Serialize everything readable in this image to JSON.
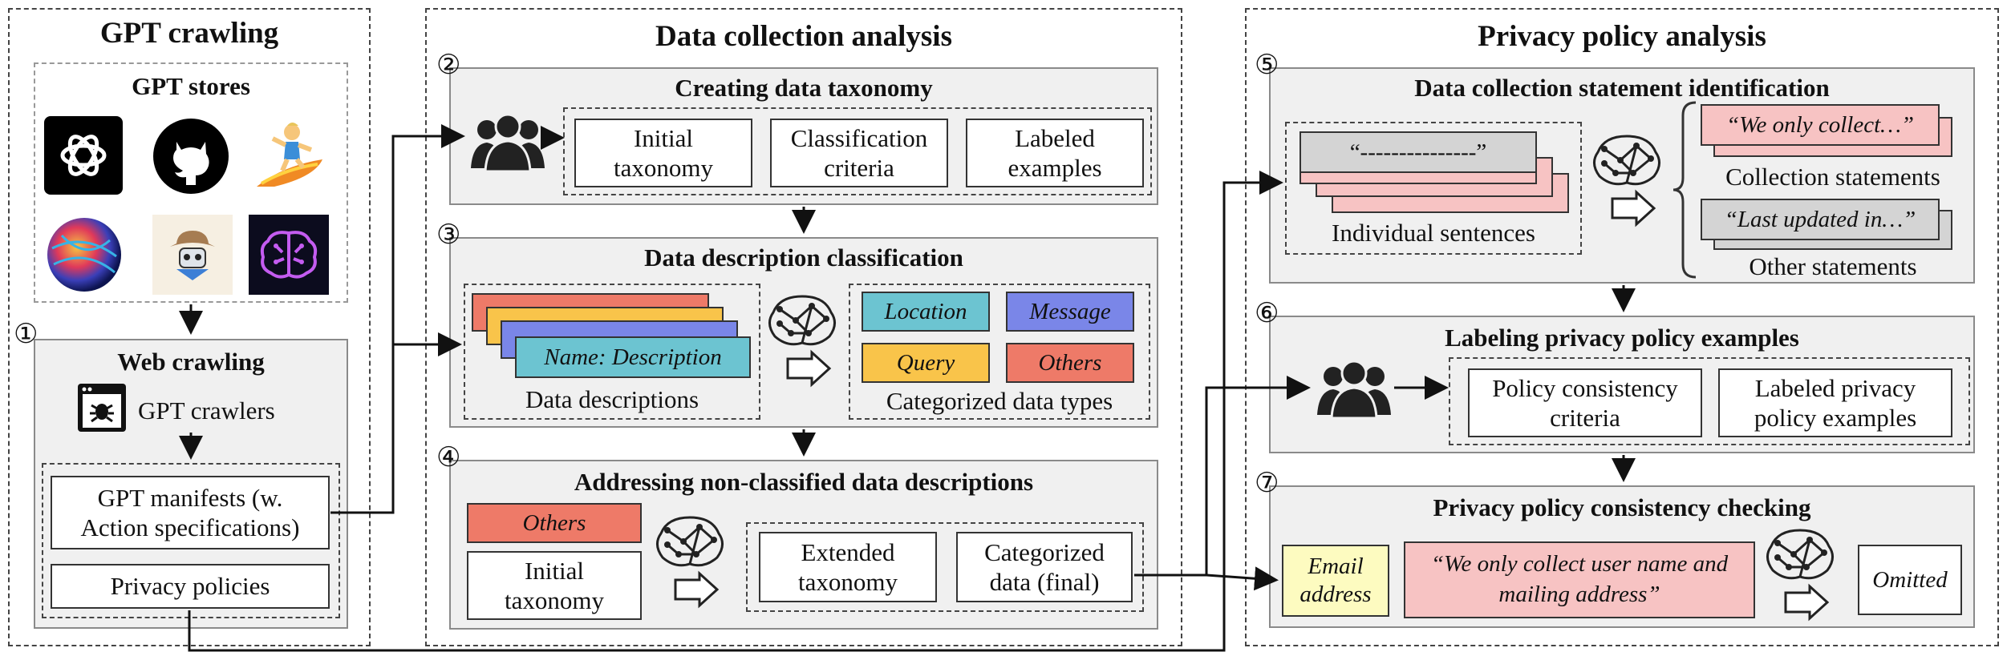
{
  "gpt_crawling": {
    "title": "GPT crawling",
    "stores_title": "GPT stores",
    "step1_num": "①",
    "web_crawling_title": "Web crawling",
    "crawlers_label": "GPT crawlers",
    "manifests_label": "GPT manifests (w.\nAction specifications)",
    "policies_label": "Privacy policies",
    "store_icons": [
      "openai-logo-icon",
      "github-logo-icon",
      "surfer-emoji-icon",
      "colorful-sphere-icon",
      "cowboy-robot-icon",
      "brain-icon"
    ]
  },
  "data_collection": {
    "title": "Data collection analysis",
    "step2_num": "②",
    "step2_title": "Creating data taxonomy",
    "step2_boxes": [
      "Initial\ntaxonomy",
      "Classification\ncriteria",
      "Labeled\nexamples"
    ],
    "step3_num": "③",
    "step3_title": "Data description classification",
    "name_description": "Name: Description",
    "data_descriptions_label": "Data descriptions",
    "categories": [
      {
        "label": "Location",
        "color": "#6cc4d1"
      },
      {
        "label": "Message",
        "color": "#7a86e8"
      },
      {
        "label": "Query",
        "color": "#f9c44a"
      },
      {
        "label": "Others",
        "color": "#ee7a68"
      }
    ],
    "categorized_label": "Categorized data types",
    "step4_num": "④",
    "step4_title": "Addressing non-classified data descriptions",
    "others_label": "Others",
    "initial_taxonomy": "Initial\ntaxonomy",
    "extended_taxonomy": "Extended\ntaxonomy",
    "categorized_final": "Categorized\ndata (final)"
  },
  "privacy_policy": {
    "title": "Privacy policy analysis",
    "step5_num": "⑤",
    "step5_title": "Data collection statement identification",
    "sentence_placeholder": "“---------------”",
    "individual_sentences": "Individual sentences",
    "collect_quote": "“We only collect…”",
    "collection_statements": "Collection statements",
    "updated_quote": "“Last updated in…”",
    "other_statements": "Other statements",
    "step6_num": "⑥",
    "step6_title": "Labeling privacy policy examples",
    "policy_criteria": "Policy consistency\ncriteria",
    "labeled_policy_examples": "Labeled privacy\npolicy examples",
    "step7_num": "⑦",
    "step7_title": "Privacy policy consistency checking",
    "email_address": "Email\naddress",
    "quote_user": "“We only collect user name and\nmailing address”",
    "omitted": "Omitted"
  },
  "colors": {
    "pink": "#f7c3c3",
    "yellow": "#fdfbc0",
    "others_red": "#ee7a68",
    "panel_gray": "#f0f0f0",
    "sentence_gray": "#d4d4d4"
  }
}
